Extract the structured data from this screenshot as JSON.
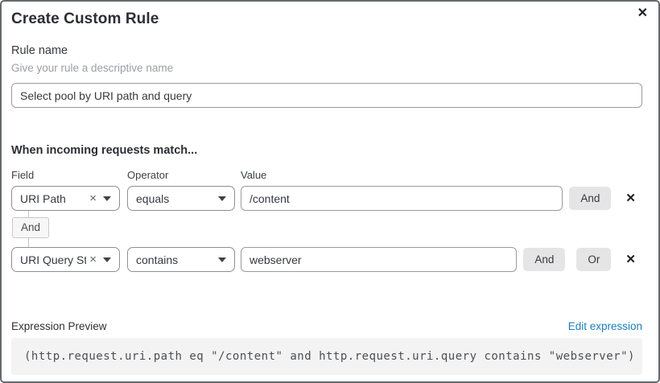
{
  "dialog": {
    "title": "Create Custom Rule"
  },
  "icons": {
    "close": "✕",
    "clear": "×",
    "delete": "✕"
  },
  "rule_name": {
    "label": "Rule name",
    "helper": "Give your rule a descriptive name",
    "value": "Select pool by URI path and query"
  },
  "matcher": {
    "heading": "When incoming requests match...",
    "columns": {
      "field": "Field",
      "operator": "Operator",
      "value": "Value"
    },
    "connector": "And",
    "rows": [
      {
        "field": "URI Path",
        "operator": "equals",
        "value": "/content",
        "buttons": [
          "And"
        ]
      },
      {
        "field": "URI Query St...",
        "operator": "contains",
        "value": "webserver",
        "buttons": [
          "And",
          "Or"
        ]
      }
    ]
  },
  "expression": {
    "label": "Expression Preview",
    "edit_link": "Edit expression",
    "code": "(http.request.uri.path eq \"/content\" and http.request.uri.query contains \"webserver\")"
  },
  "colors": {
    "link": "#1d7dbd",
    "button_bg": "#e5e5e6",
    "code_bg": "#f3f3f4",
    "input_border": "#8f8f8f",
    "dialog_border": "#666a6e"
  }
}
